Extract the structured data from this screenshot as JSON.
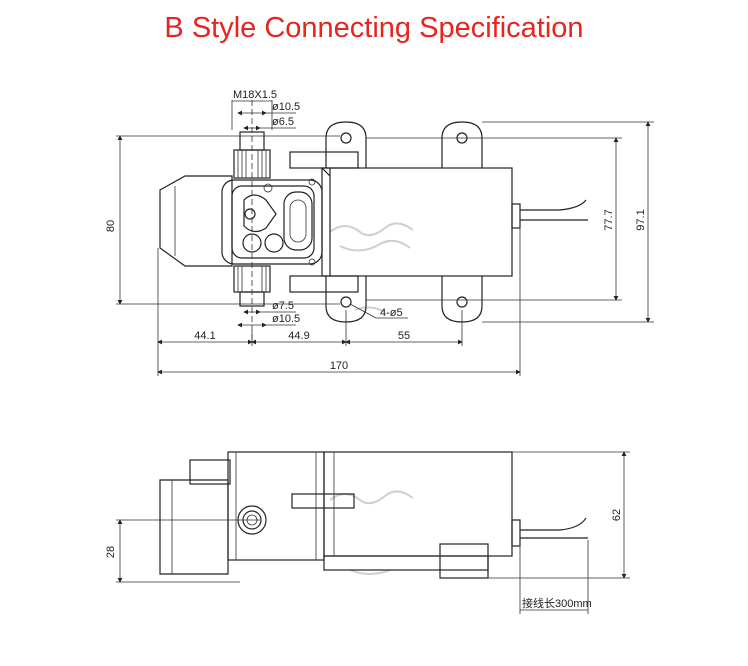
{
  "title": "B Style Connecting Specification",
  "top_view": {
    "thread": "M18X1.5",
    "outlet_outer_dia": "ø10.5",
    "outlet_inner_dia": "ø6.5",
    "inlet_inner_dia": "ø7.5",
    "inlet_outer_dia": "ø10.5",
    "height_left": "80",
    "height_inner": "77.7",
    "height_outer": "97.1",
    "mount_holes": "4-ø5",
    "seg_1": "44.1",
    "seg_2": "44.9",
    "seg_3": "55",
    "total_length": "170"
  },
  "side_view": {
    "port_height": "28",
    "total_height": "62",
    "lead_length": "接线长300mm"
  }
}
